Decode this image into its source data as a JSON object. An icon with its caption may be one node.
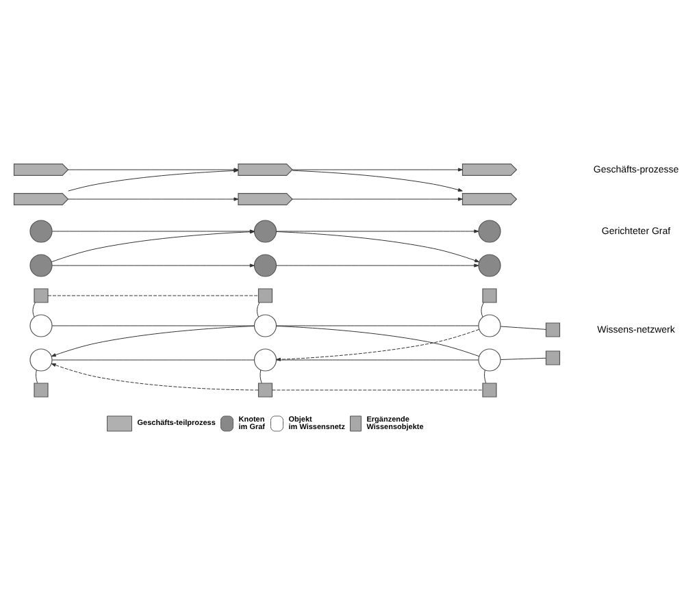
{
  "diagram": {
    "nodes": [
      {
        "text": [],
        "shape": "pentagon"
      },
      {
        "text": [],
        "shape": "pentagon"
      },
      {
        "text": [],
        "shape": "pentagon"
      },
      {
        "text": [],
        "shape": "pentagon"
      },
      {
        "text": [],
        "shape": "pentagon"
      },
      {
        "text": [],
        "shape": "pentagon"
      },
      {
        "text": [],
        "shape": "circle"
      },
      {
        "text": [],
        "shape": "circle"
      },
      {
        "text": [],
        "shape": "circle"
      },
      {
        "text": [],
        "shape": "circle"
      },
      {
        "text": [],
        "shape": "circle"
      },
      {
        "text": [],
        "shape": "circle"
      },
      {
        "text": [],
        "shape": "circle"
      },
      {
        "text": [],
        "shape": "circle"
      },
      {
        "text": [],
        "shape": "circle"
      },
      {
        "text": [],
        "shape": "circle"
      },
      {
        "text": [],
        "shape": "circle"
      },
      {
        "text": [],
        "shape": "circle"
      },
      {
        "text": [],
        "shape": "box"
      },
      {
        "text": [],
        "shape": "box"
      },
      {
        "text": [],
        "shape": "box"
      },
      {
        "text": [],
        "shape": "box"
      },
      {
        "text": [],
        "shape": "box"
      },
      {
        "text": [],
        "shape": "box"
      },
      {
        "text": [],
        "shape": "box"
      },
      {
        "text": [],
        "shape": "box"
      }
    ],
    "edges": [
      {
        "from": 0,
        "to": 1,
        "arrow": "to"
      },
      {
        "from": 3,
        "to": 1,
        "arrow": "to"
      },
      {
        "from": 3,
        "to": 4,
        "arrow": "to"
      },
      {
        "from": 1,
        "to": 2,
        "arrow": "to"
      },
      {
        "from": 1,
        "to": 5,
        "arrow": "to"
      },
      {
        "from": 4,
        "to": 5,
        "arrow": "to"
      },
      {
        "from": 6,
        "to": 7,
        "arrow": "to"
      },
      {
        "from": 9,
        "to": 7,
        "arrow": "to"
      },
      {
        "from": 9,
        "to": 10,
        "arrow": "to"
      },
      {
        "from": 7,
        "to": 8,
        "arrow": "to"
      },
      {
        "from": 7,
        "to": 11,
        "arrow": "to"
      },
      {
        "from": 10,
        "to": 11,
        "arrow": "to"
      },
      {
        "from": 18,
        "to": 19,
        "arrow": "none",
        "style": "dashed"
      },
      {
        "from": 18,
        "to": 12,
        "arrow": "none"
      },
      {
        "from": 19,
        "to": 13,
        "arrow": "none"
      },
      {
        "from": 20,
        "to": 14,
        "arrow": "none"
      },
      {
        "from": 12,
        "to": 13,
        "arrow": "none"
      },
      {
        "from": 13,
        "to": 14,
        "arrow": "none"
      },
      {
        "from": 14,
        "to": 21,
        "arrow": "none"
      },
      {
        "from": 13,
        "to": 15,
        "arrow": "to"
      },
      {
        "from": 13,
        "to": 17,
        "arrow": "none"
      },
      {
        "from": 14,
        "to": 16,
        "arrow": "to",
        "style": "dashed"
      },
      {
        "from": 15,
        "to": 16,
        "arrow": "none"
      },
      {
        "from": 16,
        "to": 17,
        "arrow": "none"
      },
      {
        "from": 17,
        "to": 22,
        "arrow": "none"
      },
      {
        "from": 15,
        "to": 23,
        "arrow": "none"
      },
      {
        "from": 16,
        "to": 24,
        "arrow": "none"
      },
      {
        "from": 17,
        "to": 25,
        "arrow": "none"
      },
      {
        "from": 24,
        "to": 15,
        "arrow": "to",
        "style": "dashed"
      },
      {
        "from": 24,
        "to": 25,
        "arrow": "none",
        "style": "dashed"
      }
    ],
    "labels": [
      "Geschäfts-prozesse",
      "Gerichteter Graf",
      "Wissens-netzwerk"
    ],
    "legend": [
      {
        "text": "Geschäfts-teilprozess"
      },
      {
        "text": "Knoten im Graf"
      },
      {
        "text": "Objekt im Wissensnetz"
      },
      {
        "text": "Ergänzende Wissensobjekte"
      }
    ]
  }
}
